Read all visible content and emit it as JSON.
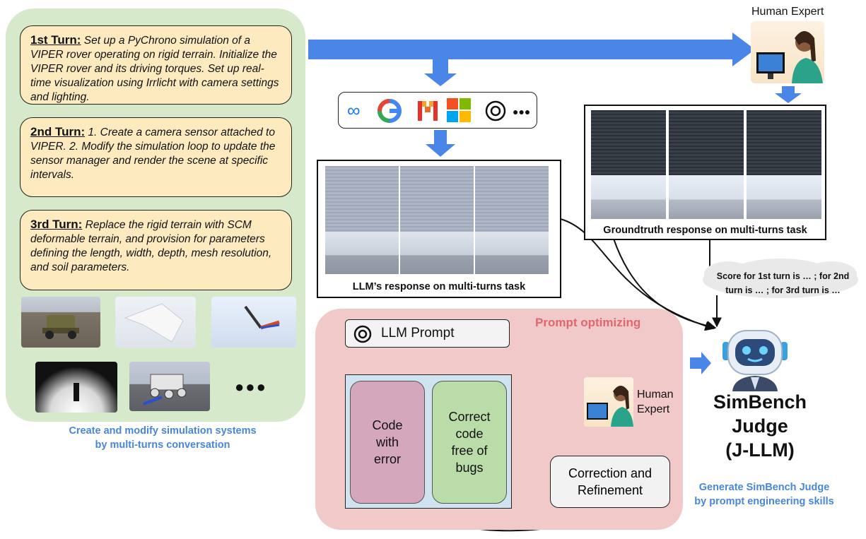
{
  "turns": [
    {
      "label": "1st Turn:",
      "text": " Set up a PyChrono simulation of a VIPER rover operating on rigid terrain. Initialize the VIPER rover and its driving torques. Set up real-time visualization using Irrlicht with camera settings and lighting."
    },
    {
      "label": "2nd Turn:",
      "text": " 1. Create a camera sensor attached to VIPER. 2. Modify the simulation loop to update the sensor manager and render the scene at specific intervals."
    },
    {
      "label": "3rd Turn:",
      "text": " Replace the rigid terrain with SCM deformable terrain, and provision for parameters defining the length, width, depth, mesh resolution, and soil parameters."
    }
  ],
  "left_caption": {
    "line1": "Create and modify simulation systems",
    "line2": "by multi-turns conversation"
  },
  "more_dots": "●●●",
  "logos_more": "●●●",
  "human_expert_top": "Human Expert",
  "llm_response_caption": "LLM’s response on multi-turns task",
  "groundtruth_caption": "Groundtruth response on multi-turns task",
  "cloud": {
    "line1": "Score for 1st turn is … ; for 2nd",
    "line2": "turn is … ; for 3rd turn is …"
  },
  "prompt_optimizing": "Prompt optimizing",
  "llm_prompt": "LLM Prompt",
  "code_error": {
    "l1": "Code",
    "l2": "with",
    "l3": "error"
  },
  "code_correct": {
    "l1": "Correct",
    "l2": "code",
    "l3": "free of",
    "l4": "bugs"
  },
  "human_expert_bottom": {
    "l1": "Human",
    "l2": "Expert"
  },
  "correction": {
    "l1": "Correction and",
    "l2": "Refinement"
  },
  "judge": {
    "l1": "SimBench",
    "l2": "Judge",
    "l3": "(J-LLM)"
  },
  "right_caption": {
    "line1": "Generate SimBench Judge",
    "line2": "by prompt engineering skills"
  },
  "colors": {
    "arrow_blue": "#4a86e8",
    "panel_green": "#d6e9cb",
    "panel_pink": "#f2c9c9",
    "turn_yellow": "#fdebbf",
    "caption_blue": "#4a86d8",
    "title_red": "#e0676e"
  }
}
